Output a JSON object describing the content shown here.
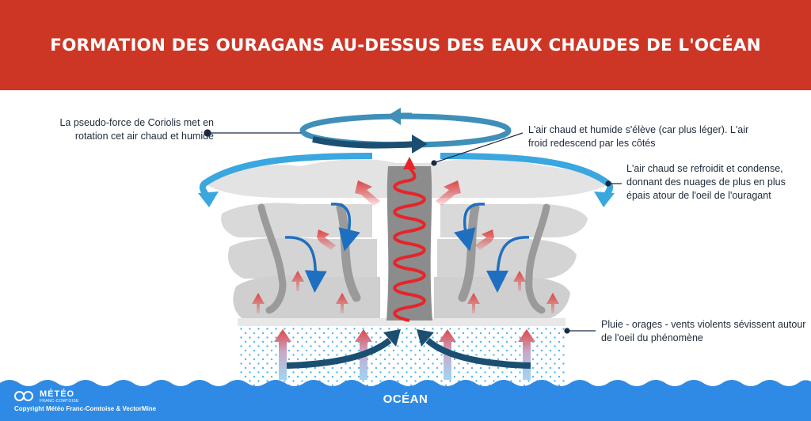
{
  "header": {
    "title": "FORMATION DES OURAGANS AU-DESSUS DES EAUX CHAUDES DE L'OCÉAN",
    "background": "#cd3625"
  },
  "annotations": {
    "coriolis": "La pseudo-force de Coriolis met en rotation cet air chaud et humide",
    "rising_air": "L'air chaud et humide s'élève (car plus léger). L'air froid redescend par les côtés",
    "condensation": "L'air chaud se refroidit et condense, donnant des nuages de plus en plus épais atour de l'oeil de l'ouragant",
    "rain": "Pluie - orages - vents violents sévissent autour de l'oeil du phénomène"
  },
  "ocean": {
    "label": "OCÉAN",
    "color": "#2e8ae5"
  },
  "logo": {
    "title": "MÉTÉO",
    "subtitle": "FRANC-COMTOISE",
    "icon": "meteo-logo-icon"
  },
  "copyright": "Copyright Météo Franc-Comtoise & VectorMine",
  "colors": {
    "warm_air": "#e03c3c",
    "cold_air": "#1f6fc0",
    "rotation_dark": "#1b4f72",
    "rotation_light": "#3f8fb8",
    "outflow": "#3aa7df",
    "cloud": "#d9d9d9",
    "eye_wall": "#8c8c8c",
    "rain": "#55b6ea"
  }
}
